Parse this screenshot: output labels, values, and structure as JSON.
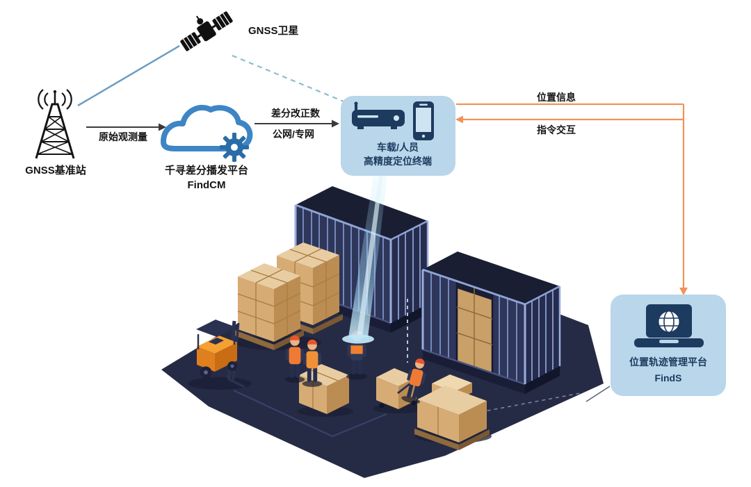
{
  "nodes": {
    "satellite": {
      "label": "GNSS卫星"
    },
    "base_station": {
      "label": "GNSS基准站"
    },
    "cloud": {
      "title": "千寻差分播发平台",
      "subtitle": "FindCM"
    },
    "terminal": {
      "line1": "车载/人员",
      "line2": "高精度定位终端"
    },
    "platform": {
      "title": "位置轨迹管理平台",
      "subtitle": "FindS"
    }
  },
  "edges": {
    "raw_observation": {
      "label": "原始观测量"
    },
    "corrections": {
      "line1": "差分改正数",
      "line2": "公网/专网"
    },
    "location_info": {
      "label": "位置信息"
    },
    "command_exchange": {
      "label": "指令交互"
    }
  },
  "icons": {
    "satellite": "satellite-icon",
    "base_station": "radio-tower-icon",
    "cloud": "cloud-gear-icon",
    "terminal_receiver": "gnss-receiver-icon",
    "terminal_phone": "smartphone-icon",
    "platform": "laptop-globe-icon",
    "scene": "warehouse-isometric-illustration"
  },
  "colors": {
    "panel_fill": "#b9d6ea",
    "panel_text": "#1d3a5f",
    "flow_orange": "#ef9357",
    "cloud_blue": "#3d85c4",
    "gear_blue": "#2a6ca8",
    "satellite_link_solid": "#6d9cc0",
    "satellite_link_dashed": "#8bbccc",
    "arrow_black": "#3a3a3a",
    "ground_navy": "#262b45",
    "container_navy": "#2e3659",
    "container_ridge": "#7e91c8",
    "crate_tan": "#d6ac74",
    "forklift_orange": "#f5a032",
    "beam_blue": "#9fd8f5"
  }
}
